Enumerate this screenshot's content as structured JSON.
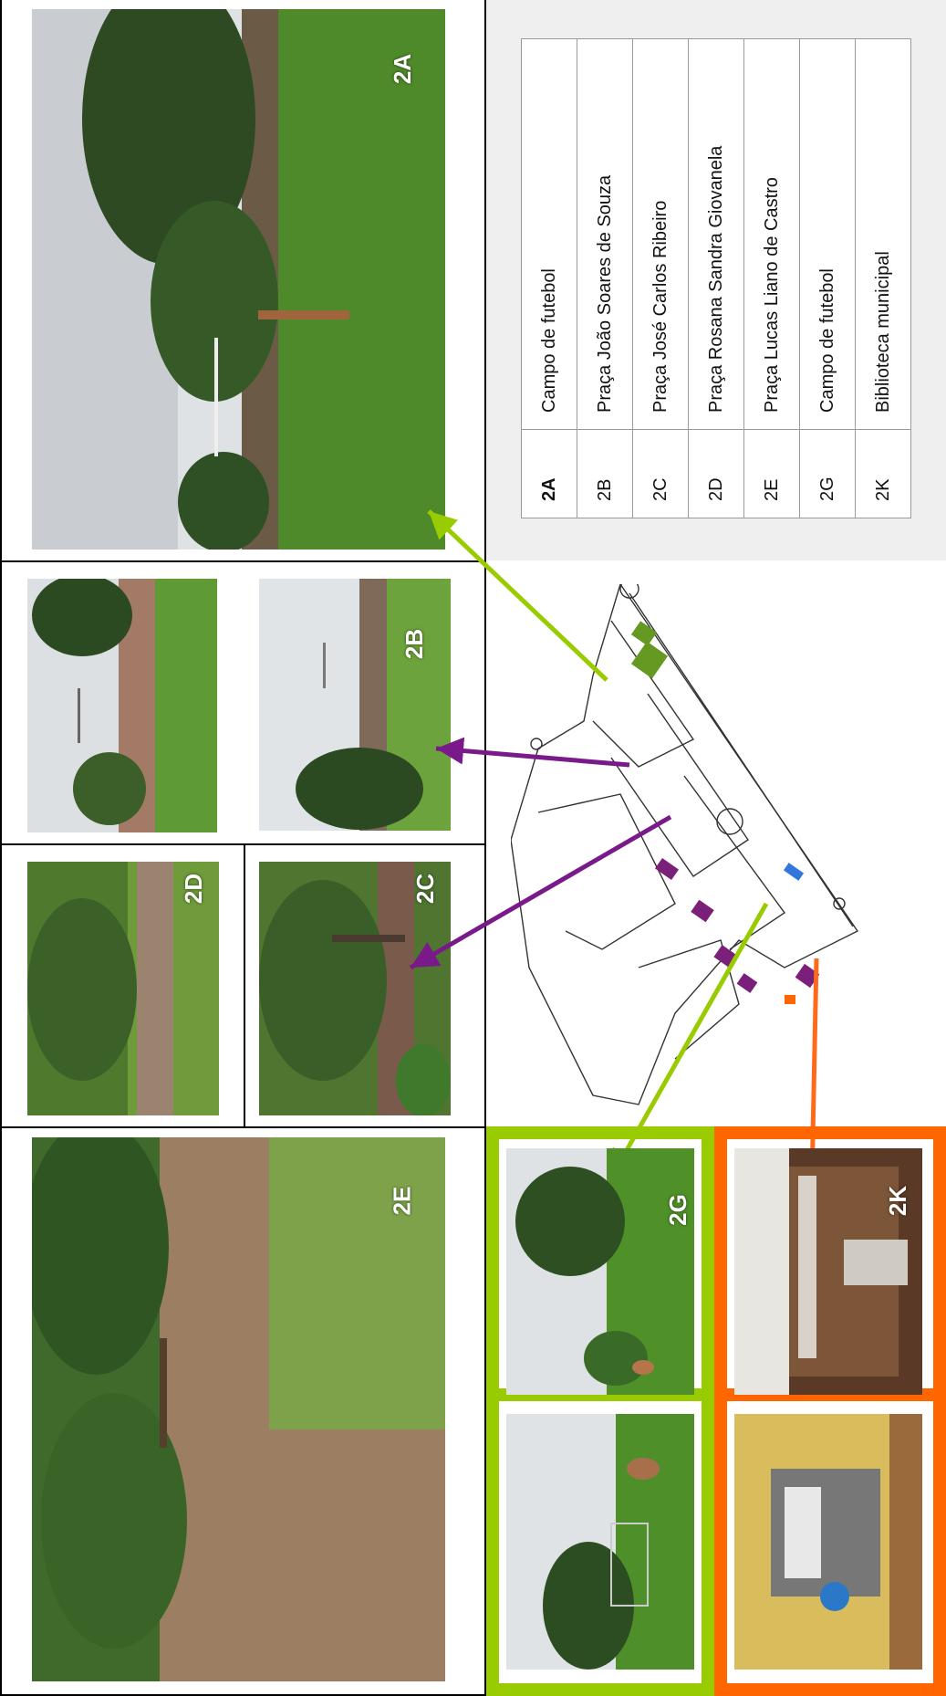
{
  "photo_labels": {
    "a": "2A",
    "b": "2B",
    "c": "2C",
    "d": "2D",
    "e": "2E",
    "g": "2G",
    "k": "2K"
  },
  "legend": [
    {
      "code": "2A",
      "name": "Campo de futebol"
    },
    {
      "code": "2B",
      "name": "Praça João Soares de Souza"
    },
    {
      "code": "2C",
      "name": "Praça José Carlos Ribeiro"
    },
    {
      "code": "2D",
      "name": "Praça Rosana Sandra Giovanela"
    },
    {
      "code": "2E",
      "name": "Praça Lucas Liano de Castro"
    },
    {
      "code": "2G",
      "name": "Campo de futebol"
    },
    {
      "code": "2K",
      "name": "Biblioteca municipal"
    }
  ],
  "colors": {
    "green_frame": "#99cc00",
    "orange_frame": "#ff6600",
    "green_marker": "#669922",
    "purple_marker": "#7a1f7a",
    "blue_marker": "#3377dd",
    "green_arrow": "#99cc00",
    "purple_arrow": "#7a1a8a",
    "orange_arrow": "#ff6a1a"
  }
}
